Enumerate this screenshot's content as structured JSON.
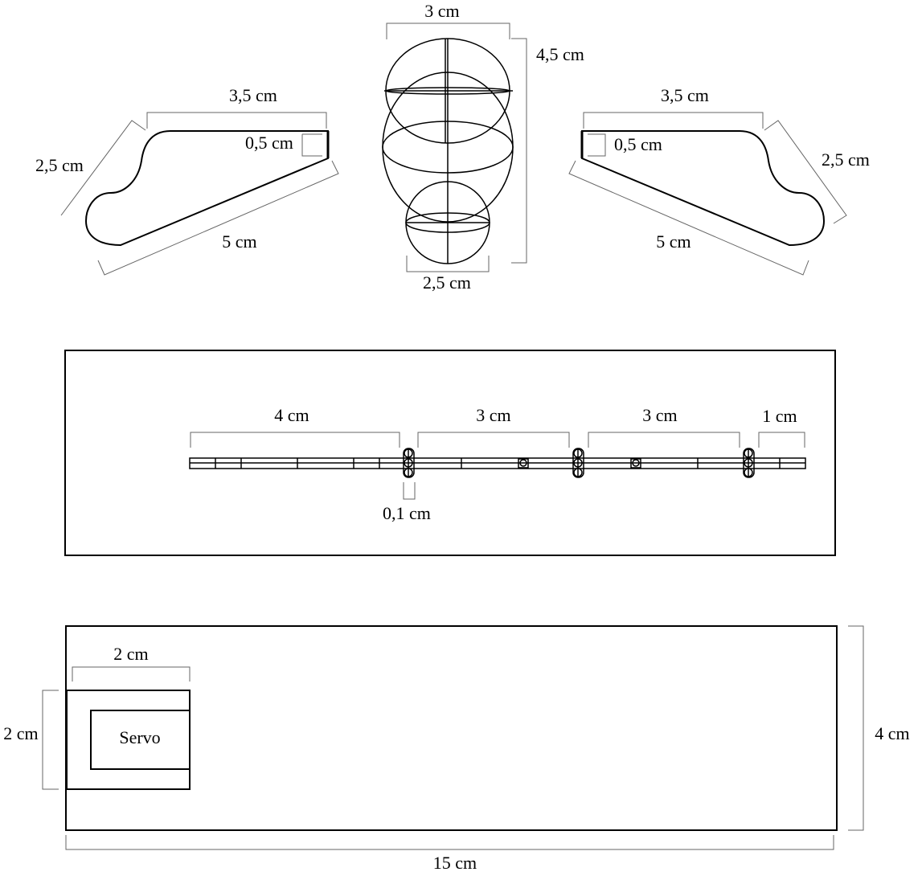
{
  "fingers": {
    "left": {
      "top_length": "3,5 cm",
      "tip_width": "0,5 cm",
      "knuckle_length": "2,5 cm",
      "bottom_length": "5 cm"
    },
    "right": {
      "top_length": "3,5 cm",
      "tip_width": "0,5 cm",
      "knuckle_length": "2,5 cm",
      "bottom_length": "5 cm"
    }
  },
  "eye": {
    "width_top": "3 cm",
    "total_height": "4,5 cm",
    "width_bottom": "2,5 cm"
  },
  "rail": {
    "segments": [
      "4 cm",
      "3 cm",
      "3 cm",
      "1 cm"
    ],
    "gap": "0,1 cm"
  },
  "base": {
    "servo_width": "2 cm",
    "servo_height": "2 cm",
    "servo_label": "Servo",
    "height": "4 cm",
    "length": "15 cm"
  }
}
